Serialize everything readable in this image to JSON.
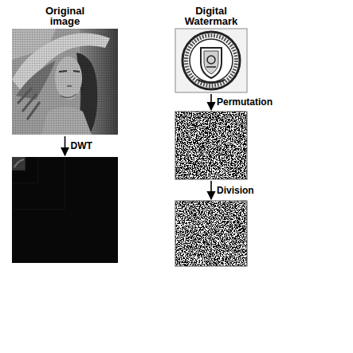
{
  "diagram": {
    "nodes": [
      {
        "text": [
          "Original image"
        ]
      },
      {
        "text": []
      },
      {
        "text": [
          "Digital Watermark"
        ]
      },
      {
        "text": []
      },
      {
        "text": []
      }
    ],
    "edges": [
      {
        "from": 0,
        "to": 1,
        "label": "DWT",
        "arrow": "to"
      },
      {
        "from": 2,
        "to": 3,
        "label": "Permutation",
        "arrow": "to"
      },
      {
        "from": 3,
        "to": 4,
        "label": "Division",
        "arrow": "to"
      }
    ]
  }
}
